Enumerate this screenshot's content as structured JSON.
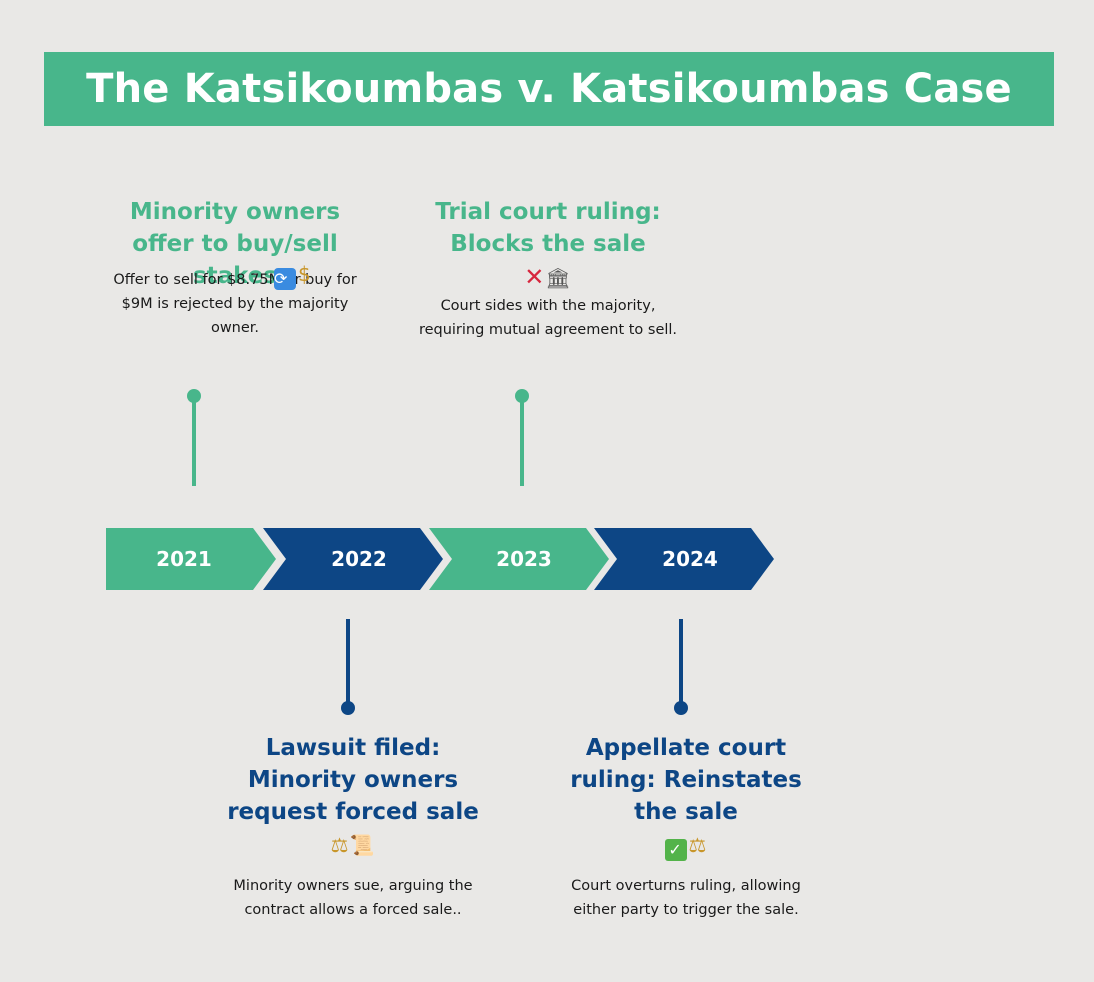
{
  "title": "The Katsikoumbas v. Katsikoumbas Case",
  "colors": {
    "green": "#48b68b",
    "blue": "#0d4685",
    "background": "#e9e8e6"
  },
  "timeline": {
    "years": [
      "2021",
      "2022",
      "2023",
      "2024"
    ]
  },
  "events": {
    "e2021": {
      "year": "2021",
      "heading": "Minority owners offer to buy/sell stakes",
      "icons": "🔄💰",
      "body": "Offer to sell for $8.75M or buy for $9M is rejected by the majority owner."
    },
    "e2022": {
      "year": "2022",
      "heading": "Lawsuit filed: Minority owners request forced sale",
      "icons": "⚖️📜",
      "body": "Minority owners sue, arguing the contract allows a forced sale.."
    },
    "e2023": {
      "year": "2023",
      "heading": "Trial court ruling: Blocks the sale",
      "icons": "❌🏛️",
      "body": "Court sides with the majority, requiring mutual agreement to sell."
    },
    "e2024": {
      "year": "2024",
      "heading": "Appellate court ruling: Reinstates the sale",
      "icons": "✅⚖️",
      "body": "Court overturns ruling, allowing either party to trigger the sale."
    }
  }
}
